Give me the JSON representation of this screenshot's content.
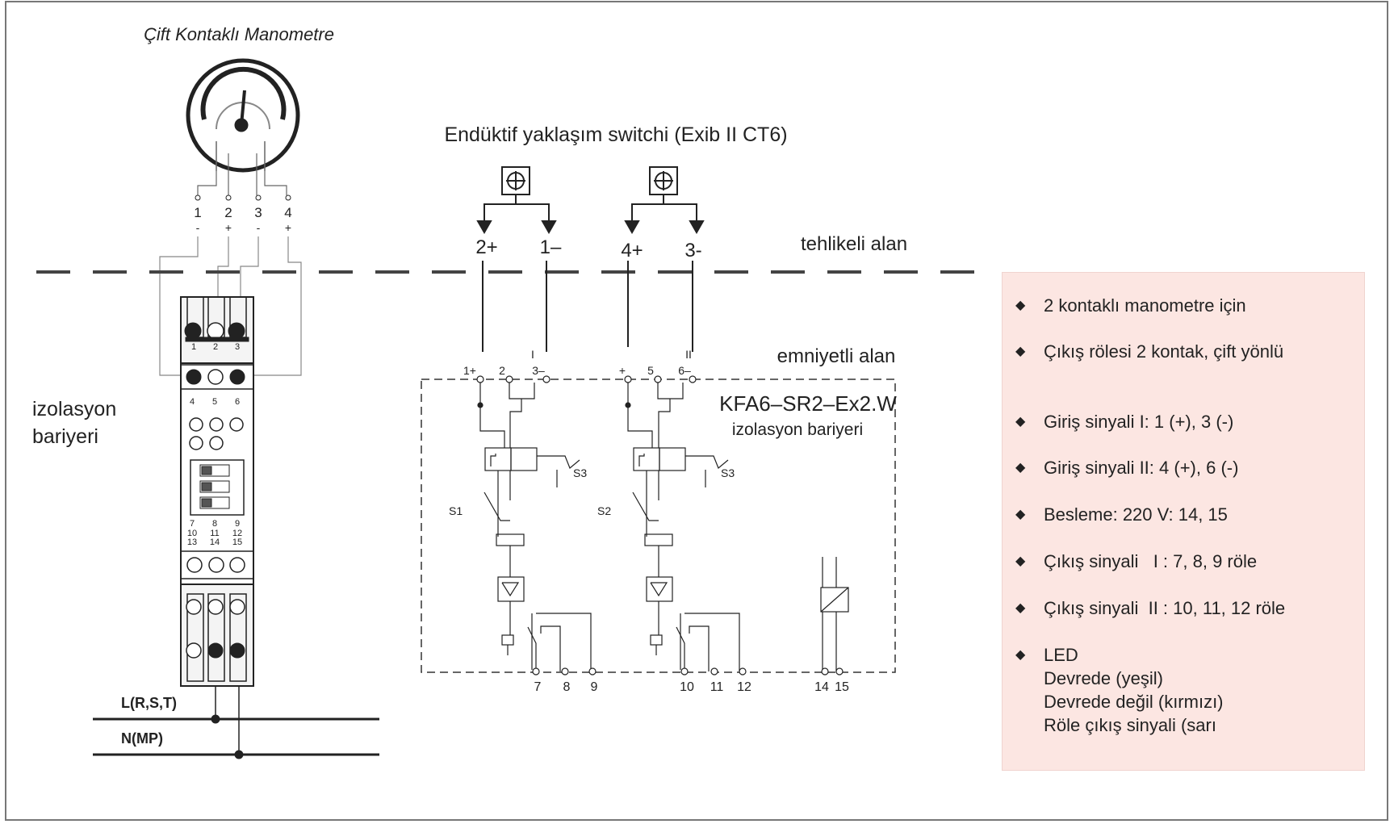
{
  "diagram": {
    "manometer_title": "Çift Kontaklı Manometre",
    "manometer_terminals": [
      "1",
      "2",
      "3",
      "4"
    ],
    "manometer_polarity": [
      "-",
      "+",
      "-",
      "+"
    ],
    "switch_title": "Endüktif yaklaşım switchi (Exib II CT6)",
    "switch_terminals": [
      "2+",
      "1–",
      "4+",
      "3-"
    ],
    "hazard_zone": "tehlikeli alan",
    "safe_zone": "emniyetli alan",
    "barrier_label_line1": "izolasyon",
    "barrier_label_line2": "bariyeri",
    "module_model": "KFA6–SR2–Ex2.W",
    "module_subtitle": "izolasyon bariyeri",
    "module_top_terminals": [
      "1+",
      "2",
      "3–",
      "+",
      "5",
      "6–"
    ],
    "channel_marks": [
      "I",
      "II"
    ],
    "bottom_terminals": [
      "7",
      "8",
      "9",
      "10",
      "11",
      "12",
      "14",
      "15"
    ],
    "contact_labels": [
      "S1",
      "S2",
      "S3",
      "S3"
    ],
    "device_top_numbers": [
      "1",
      "2",
      "3"
    ],
    "device_mid_numbers": [
      "4",
      "5",
      "6"
    ],
    "device_row_7": [
      "7",
      "8",
      "9"
    ],
    "device_row_10": [
      "10",
      "11",
      "12"
    ],
    "device_row_13": [
      "13",
      "14",
      "15"
    ],
    "power_line_1": "L(R,S,T)",
    "power_line_2": "N(MP)"
  },
  "info_panel": {
    "bullet_icon": "diamond-icon",
    "items": [
      "2 kontaklı manometre için",
      "Çıkış rölesi 2 kontak, çift yönlü",
      "Giriş sinyali I: 1 (+), 3 (-)",
      "Giriş sinyali II: 4 (+), 6 (-)",
      "Besleme: 220 V: 14, 15",
      "Çıkış sinyali   I : 7, 8, 9 röle",
      "Çıkış sinyali  II : 10, 11, 12 röle"
    ],
    "led_title": "LED",
    "led_lines": [
      "Devrede (yeşil)",
      "Devrede değil (kırmızı)",
      "Röle çıkış sinyali (sarı"
    ]
  },
  "colors": {
    "panel_bg": "#fce6e2",
    "line": "#222222"
  }
}
